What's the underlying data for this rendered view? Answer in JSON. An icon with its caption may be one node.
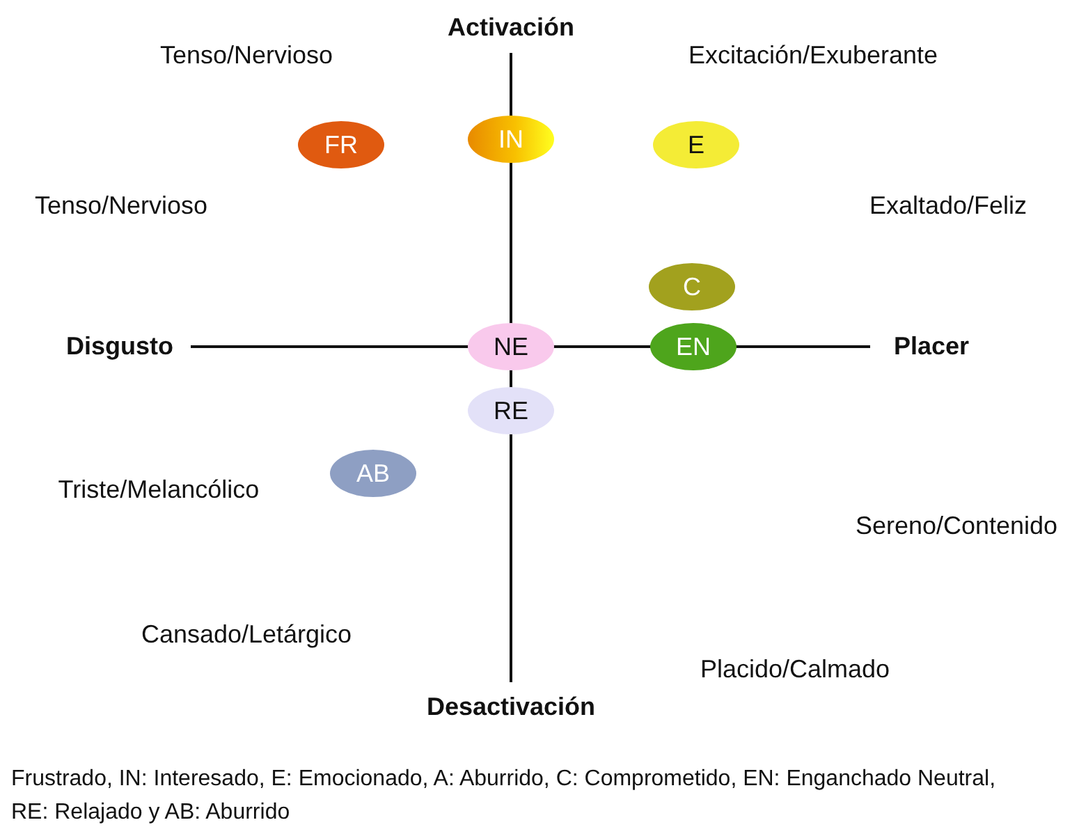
{
  "diagram": {
    "caption": "Frustrado, IN: Interesado, E: Emocionado, A: Aburrido, C: Comprometido, EN: Enganchado Neutral, RE: Relajado y AB: Aburrido",
    "nodes": [
      {
        "text": [
          "FR"
        ]
      },
      {
        "text": [
          "IN"
        ]
      },
      {
        "text": [
          "E"
        ]
      },
      {
        "text": [
          "C"
        ]
      },
      {
        "text": [
          "NE"
        ]
      },
      {
        "text": [
          "EN"
        ]
      },
      {
        "text": [
          "RE"
        ]
      },
      {
        "text": [
          "AB"
        ]
      }
    ],
    "labels": [
      "Activación",
      "Tenso/Nervioso",
      "Excitación/Exuberante",
      "Tenso/Nervioso",
      "Exaltado/Feliz",
      "Disgusto",
      "Placer",
      "Triste/Melancólico",
      "Sereno/Contenido",
      "Cansado/Letárgico",
      "Placido/Calmado",
      "Desactivación"
    ]
  }
}
